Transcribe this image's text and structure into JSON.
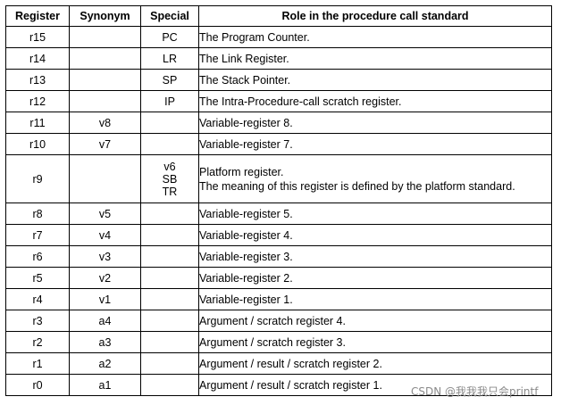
{
  "table": {
    "headers": [
      "Register",
      "Synonym",
      "Special",
      "Role in the procedure call standard"
    ],
    "rows": [
      {
        "register": "r15",
        "synonym": "",
        "special": "PC",
        "role": "The Program Counter."
      },
      {
        "register": "r14",
        "synonym": "",
        "special": "LR",
        "role": "The Link Register."
      },
      {
        "register": "r13",
        "synonym": "",
        "special": "SP",
        "role": "The Stack Pointer."
      },
      {
        "register": "r12",
        "synonym": "",
        "special": "IP",
        "role": "The Intra-Procedure-call scratch register."
      },
      {
        "register": "r11",
        "synonym": "v8",
        "special": "",
        "role": "Variable-register 8."
      },
      {
        "register": "r10",
        "synonym": "v7",
        "special": "",
        "role": "Variable-register 7."
      },
      {
        "register": "r9",
        "synonym": "",
        "special": [
          "v6",
          "SB",
          "TR"
        ],
        "role": [
          "Platform register.",
          "The meaning of this register is defined by the platform standard."
        ]
      },
      {
        "register": "r8",
        "synonym": "v5",
        "special": "",
        "role": "Variable-register 5."
      },
      {
        "register": "r7",
        "synonym": "v4",
        "special": "",
        "role": "Variable-register 4."
      },
      {
        "register": "r6",
        "synonym": "v3",
        "special": "",
        "role": "Variable-register 3."
      },
      {
        "register": "r5",
        "synonym": "v2",
        "special": "",
        "role": "Variable-register 2."
      },
      {
        "register": "r4",
        "synonym": "v1",
        "special": "",
        "role": "Variable-register 1."
      },
      {
        "register": "r3",
        "synonym": "a4",
        "special": "",
        "role": "Argument / scratch register 4."
      },
      {
        "register": "r2",
        "synonym": "a3",
        "special": "",
        "role": "Argument / scratch register 3."
      },
      {
        "register": "r1",
        "synonym": "a2",
        "special": "",
        "role": "Argument / result / scratch register 2."
      },
      {
        "register": "r0",
        "synonym": "a1",
        "special": "",
        "role": "Argument / result / scratch register 1."
      }
    ]
  },
  "watermark": "CSDN @我我我只会printf"
}
